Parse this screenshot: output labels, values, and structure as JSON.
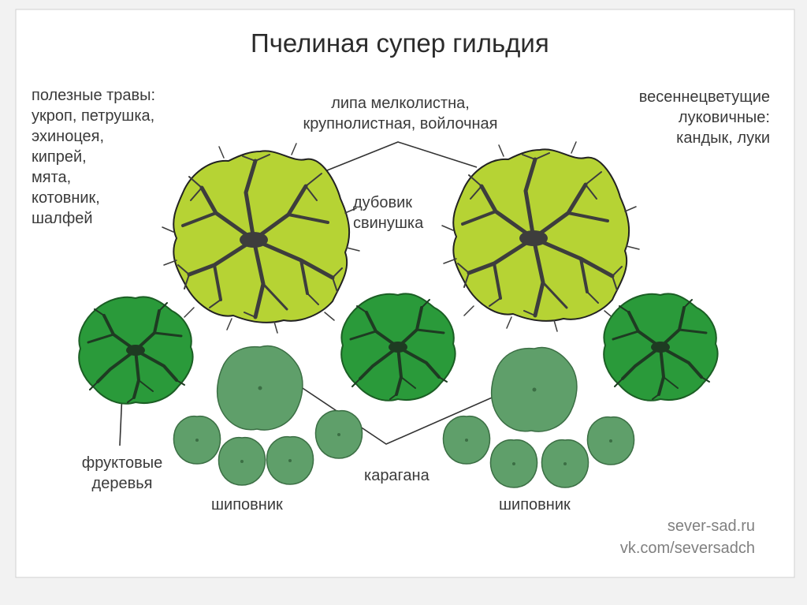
{
  "title": "Пчелиная супер гильдия",
  "labels": {
    "herbs": "полезные травы:\nукроп, петрушка,\nэхиноцея,\nкипрей,\nмята,\nкотовник,\nшалфей",
    "linden": "липа мелколистна,\nкрупнолистная, войлочная",
    "bulbs": "весеннецветущие\nлуковичные:\nкандык, луки",
    "mushrooms": "дубовик\nсвинушка",
    "fruit_trees": "фруктовые\nдеревья",
    "caragana": "карагана",
    "rosehip_left": "шиповник",
    "rosehip_right": "шиповник",
    "site": "sever-sad.ru",
    "vk": "vk.com/seversadch"
  },
  "colors": {
    "linden": "#b6d334",
    "fruit_tree": "#2a9a3a",
    "caragana": "#5f9f6a",
    "rosehip": "#5f9f6a",
    "branch": "#3d3d3d",
    "outline": "#222222"
  }
}
